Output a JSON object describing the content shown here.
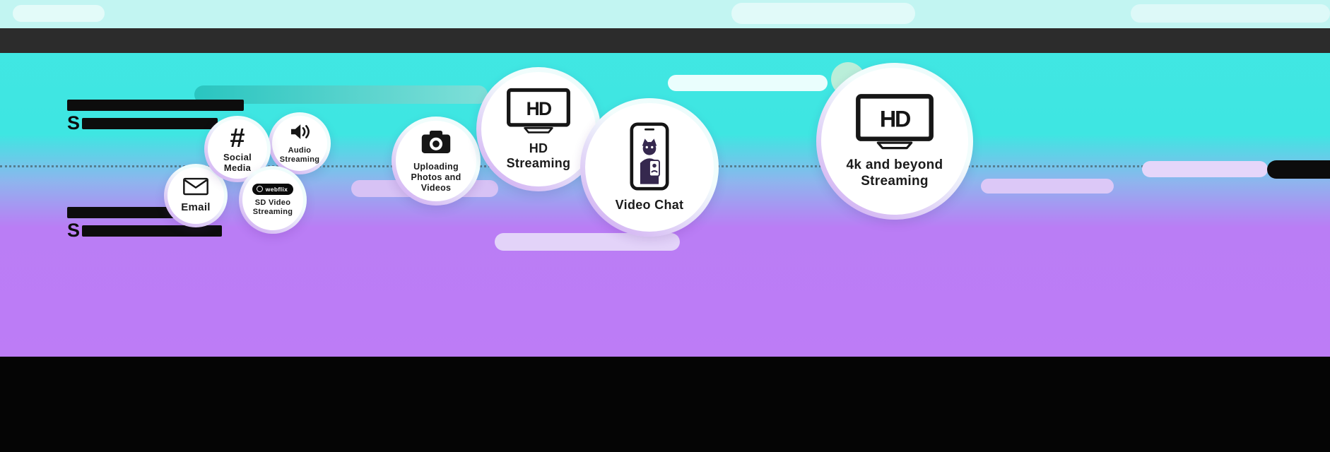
{
  "palette": {
    "cyan_band": "#3EE6E2",
    "purple_band": "#BD7CF6",
    "top_strip": "#C2F5F2",
    "dark_bar": "#2C2C2C",
    "footer": "#050505",
    "bubble_fill": "#FFFFFF",
    "bubble_rim_purple": "#CDA4F1",
    "bubble_rim_cyan": "#EAFCFB",
    "icon_ink": "#161616"
  },
  "redacted": [
    {
      "prefix": "S"
    },
    {
      "prefix": "S"
    }
  ],
  "bubbles": [
    {
      "label": "Email",
      "icon": "envelope-icon"
    },
    {
      "label": "Social Media",
      "icon": "hashtag-icon",
      "symbol": "#"
    },
    {
      "label": "Audio Streaming",
      "icon": "speaker-icon"
    },
    {
      "label": "SD Video Streaming",
      "icon": "webflix-badge",
      "badge": "webflix"
    },
    {
      "label": "Uploading Photos and Videos",
      "icon": "camera-icon"
    },
    {
      "label": "HD Streaming",
      "icon": "tv-hd-icon",
      "screen_text": "HD"
    },
    {
      "label": "Video Chat",
      "icon": "video-chat-cat-icon"
    },
    {
      "label": "4k and beyond Streaming",
      "icon": "tv-hd-icon",
      "screen_text": "HD"
    }
  ]
}
